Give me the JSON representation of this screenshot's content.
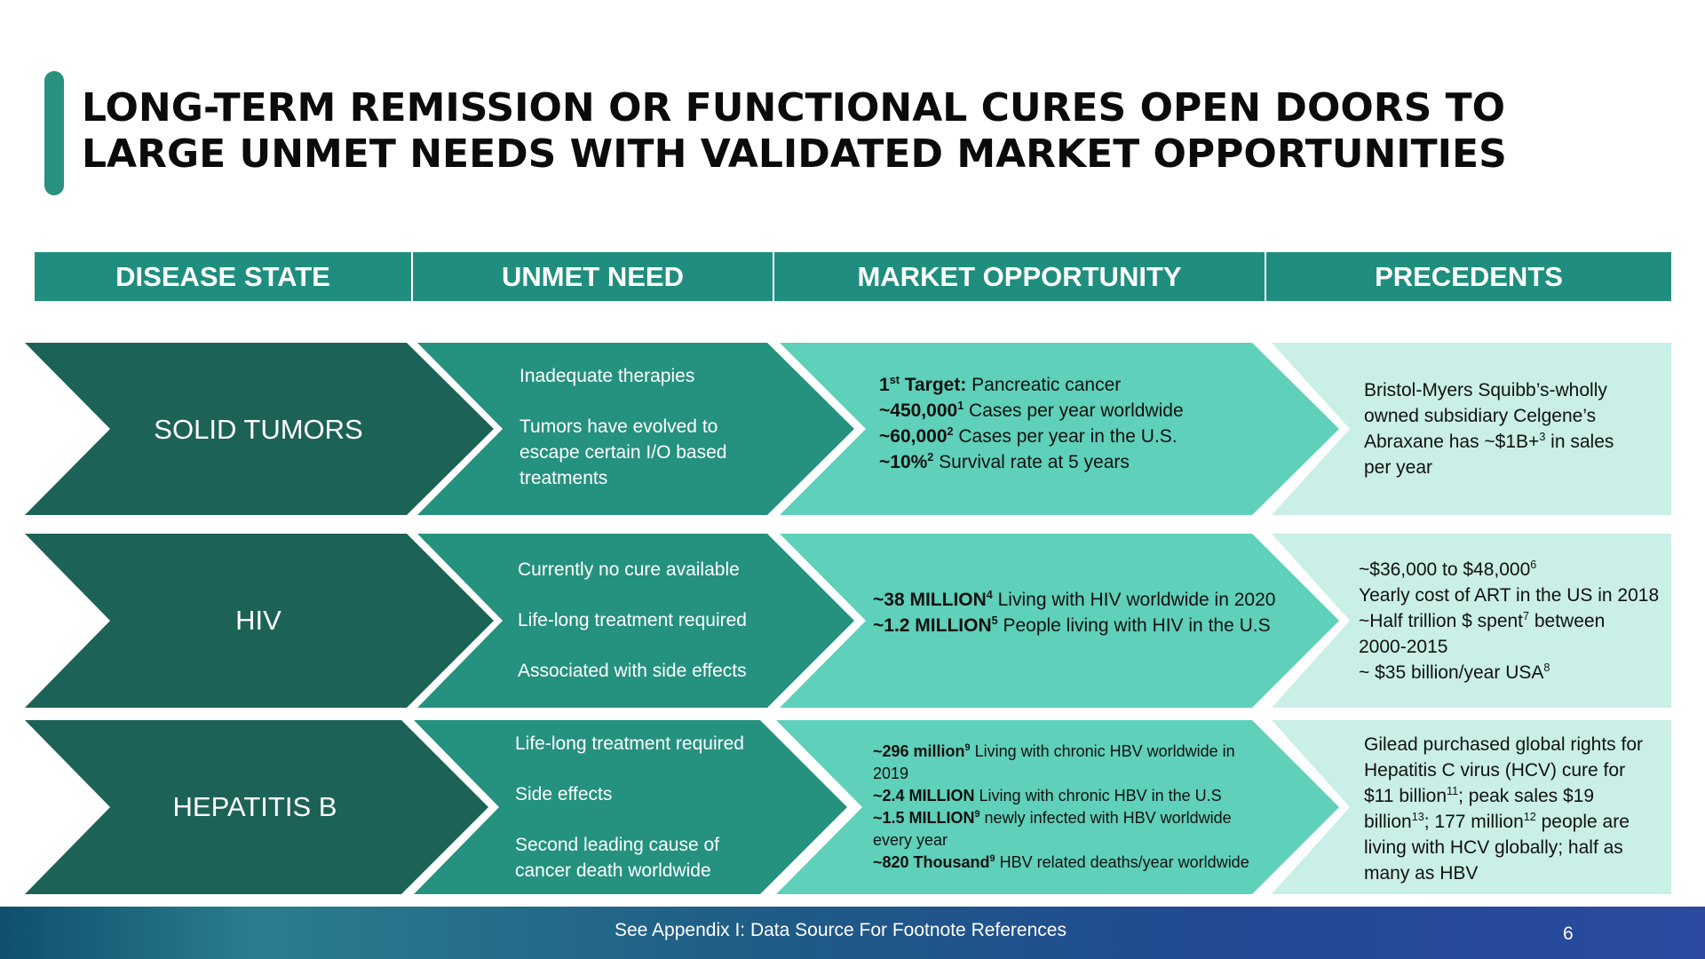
{
  "title": {
    "line1": "LONG-TERM REMISSION OR FUNCTIONAL CURES OPEN DOORS TO",
    "line2": "LARGE UNMET NEEDS WITH VALIDATED MARKET OPPORTUNITIES"
  },
  "headers": [
    "DISEASE STATE",
    "UNMET NEED",
    "MARKET OPPORTUNITY",
    "PRECEDENTS"
  ],
  "rows": [
    {
      "disease": "SOLID TUMORS",
      "needs": [
        "Inadequate therapies",
        "Tumors have evolved to",
        "escape certain I/O based",
        "treatments"
      ],
      "market": [
        {
          "bold": "1",
          "sup": "st",
          "bold2": " Target:",
          "text": " Pancreatic cancer"
        },
        {
          "bold": "~450,000",
          "sup": "1",
          "text": " Cases per year worldwide"
        },
        {
          "bold": "~60,000",
          "sup": "2",
          "text": " Cases per year in the U.S."
        },
        {
          "bold": "~10%",
          "sup": "2",
          "text": " Survival rate at 5 years"
        }
      ],
      "precedents": [
        {
          "text": "Bristol-Myers Squibb’s-wholly"
        },
        {
          "text": "owned subsidiary Celgene’s"
        },
        {
          "text": "Abraxane has ~$1B+",
          "sup": "3",
          "after": " in sales"
        },
        {
          "text": "per year"
        }
      ]
    },
    {
      "disease": "HIV",
      "needs": [
        "Currently no cure available",
        "Life-long treatment required",
        "Associated with side effects"
      ],
      "market": [
        {
          "bold": "~38 MILLION",
          "sup": "4",
          "text": " Living with HIV worldwide in 2020"
        },
        {
          "bold": "~1.2 MILLION",
          "sup": "5",
          "text": " People living with HIV in the U.S"
        }
      ],
      "precedents": [
        {
          "text": "~$36,000 to $48,000",
          "sup": "6"
        },
        {
          "text": "Yearly cost of ART in the US in 2018"
        },
        {
          "text": "~Half trillion $ spent",
          "sup": "7",
          "after": " between"
        },
        {
          "text": "2000-2015"
        },
        {
          "text": "~ $35 billion/year USA",
          "sup": "8"
        }
      ]
    },
    {
      "disease": "HEPATITIS B",
      "needs": [
        "Life-long treatment required",
        "Side effects",
        "Second leading cause of",
        "cancer death worldwide"
      ],
      "market": [
        {
          "bold": "~296 million",
          "sup": "9",
          "text": " Living with chronic HBV worldwide in"
        },
        {
          "text": "2019"
        },
        {
          "bold": "~2.4 MILLION",
          "text": " Living with chronic HBV in the U.S"
        },
        {
          "bold": "~1.5 MILLION",
          "sup": "9",
          "text": " newly infected with HBV worldwide"
        },
        {
          "text": "every year"
        },
        {
          "bold": "~820 Thousand",
          "sup": "9",
          "text": " HBV related deaths/year worldwide"
        }
      ],
      "precedents": [
        {
          "text": "Gilead purchased global rights for"
        },
        {
          "text": "Hepatitis C virus (HCV) cure for"
        },
        {
          "text": "$11 billion",
          "sup": "11",
          "after": "; peak sales $19"
        },
        {
          "text": "billion",
          "sup": "13",
          "after": "; 177 million",
          "sup2": "12",
          "after2": " people are"
        },
        {
          "text": "living with HCV globally; half as"
        },
        {
          "text": "many as HBV"
        }
      ]
    }
  ],
  "footer": {
    "text": "See Appendix I: Data Source For Footnote References",
    "page": "6"
  },
  "colors": {
    "dark": "#1d6257",
    "mid": "#25917f",
    "light": "#5fd0b9",
    "pale": "#c9efe6",
    "header": "#1f8e7e"
  }
}
